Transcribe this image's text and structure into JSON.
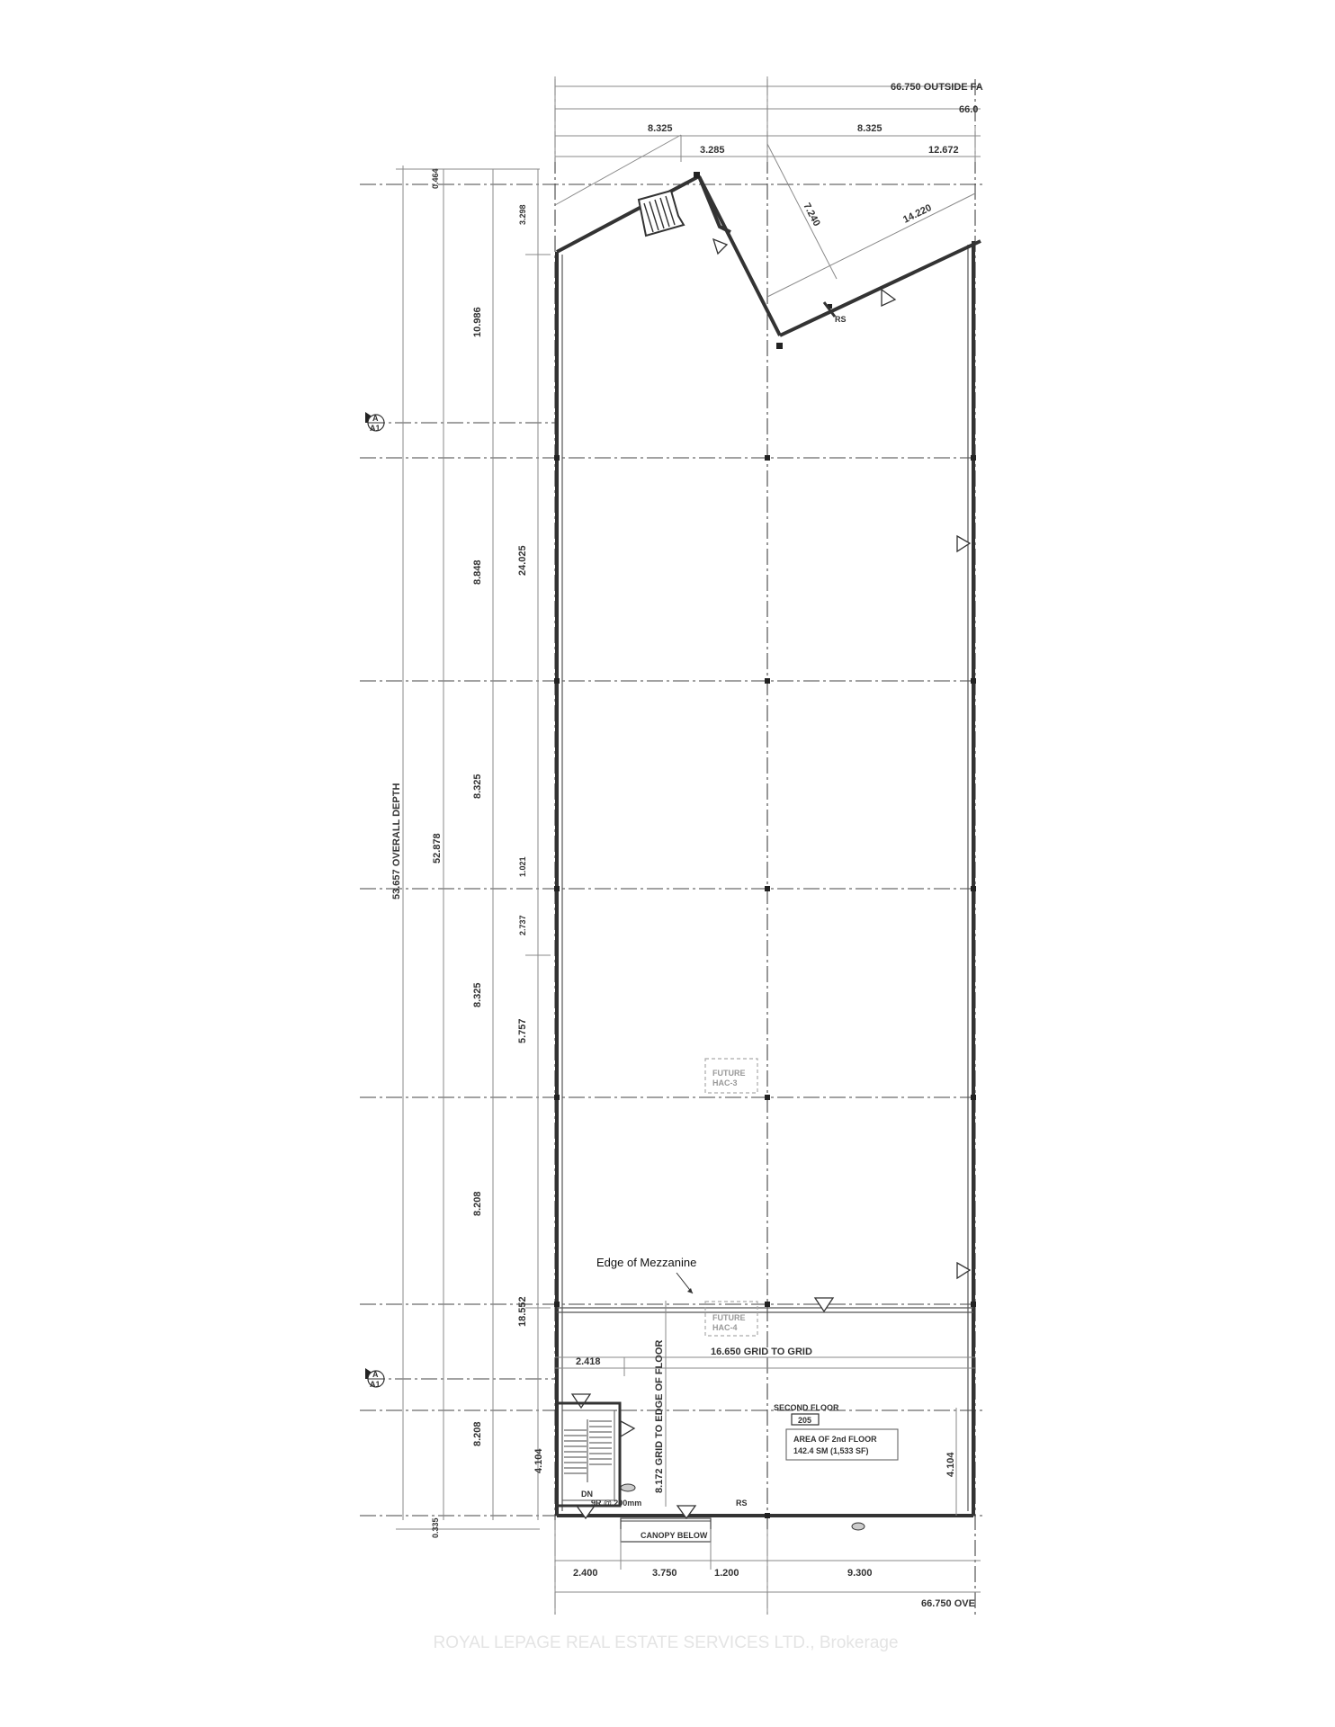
{
  "watermark": "ROYAL LEPAGE REAL ESTATE SERVICES LTD., Brokerage",
  "top_dimensions": {
    "outside_face": "66.750 OUTSIDE FA",
    "cut_value": "66.0",
    "bay_left": "8.325",
    "bay_right": "8.325",
    "offset": "3.285",
    "right_run": "12.672",
    "angled_short": "7.240",
    "angled_long": "14.220"
  },
  "left_dimensions": {
    "overall_depth": "53.657 OVERALL DEPTH",
    "grid_total": "52.878",
    "top_edge": "0.464",
    "bottom_edge": "0.335",
    "bay_1": "10.986",
    "bay_2": "8.848",
    "bay_3": "8.325",
    "bay_4": "8.325",
    "bay_5": "8.208",
    "bay_6": "8.208",
    "sub_top": "3.298",
    "sub_24": "24.025",
    "sub_1021": "1.021",
    "sub_2737": "2.737",
    "sub_5757": "5.757",
    "sub_18552": "18.552",
    "sub_4104": "4.104"
  },
  "interior_labels": {
    "future_hac_3_line1": "FUTURE",
    "future_hac_3_line2": "HAC-3",
    "future_hac_4_line1": "FUTURE",
    "future_hac_4_line2": "HAC-4",
    "edge_of_mezzanine": "Edge of Mezzanine",
    "grid_to_grid": "16.650 GRID TO GRID",
    "grid_to_edge": "8.172 GRID TO EDGE OF FLOOR",
    "dim_2418": "2.418",
    "second_floor": "SECOND FLOOR",
    "room_number": "205",
    "area_line1": "AREA OF 2nd FLOOR",
    "area_line2": "142.4 SM (1,533 SF)",
    "right_4104": "4.104",
    "rs_top": "RS",
    "rs_bottom": "RS",
    "stair_dn": "DN",
    "stair_riser": "9R @ 200mm",
    "canopy_below": "CANOPY BELOW"
  },
  "bottom_dimensions": {
    "seg_1": "2.400",
    "seg_2": "3.750",
    "seg_3": "1.200",
    "seg_4": "9.300",
    "overall": "66.750 OVE"
  },
  "section_markers": {
    "upper": "A",
    "lower": "A",
    "sheet": "A1"
  },
  "colors": {
    "wall": "#333333",
    "grid": "#444444",
    "dimension": "#8a8a8a",
    "watermark": "#e4e4e4"
  }
}
